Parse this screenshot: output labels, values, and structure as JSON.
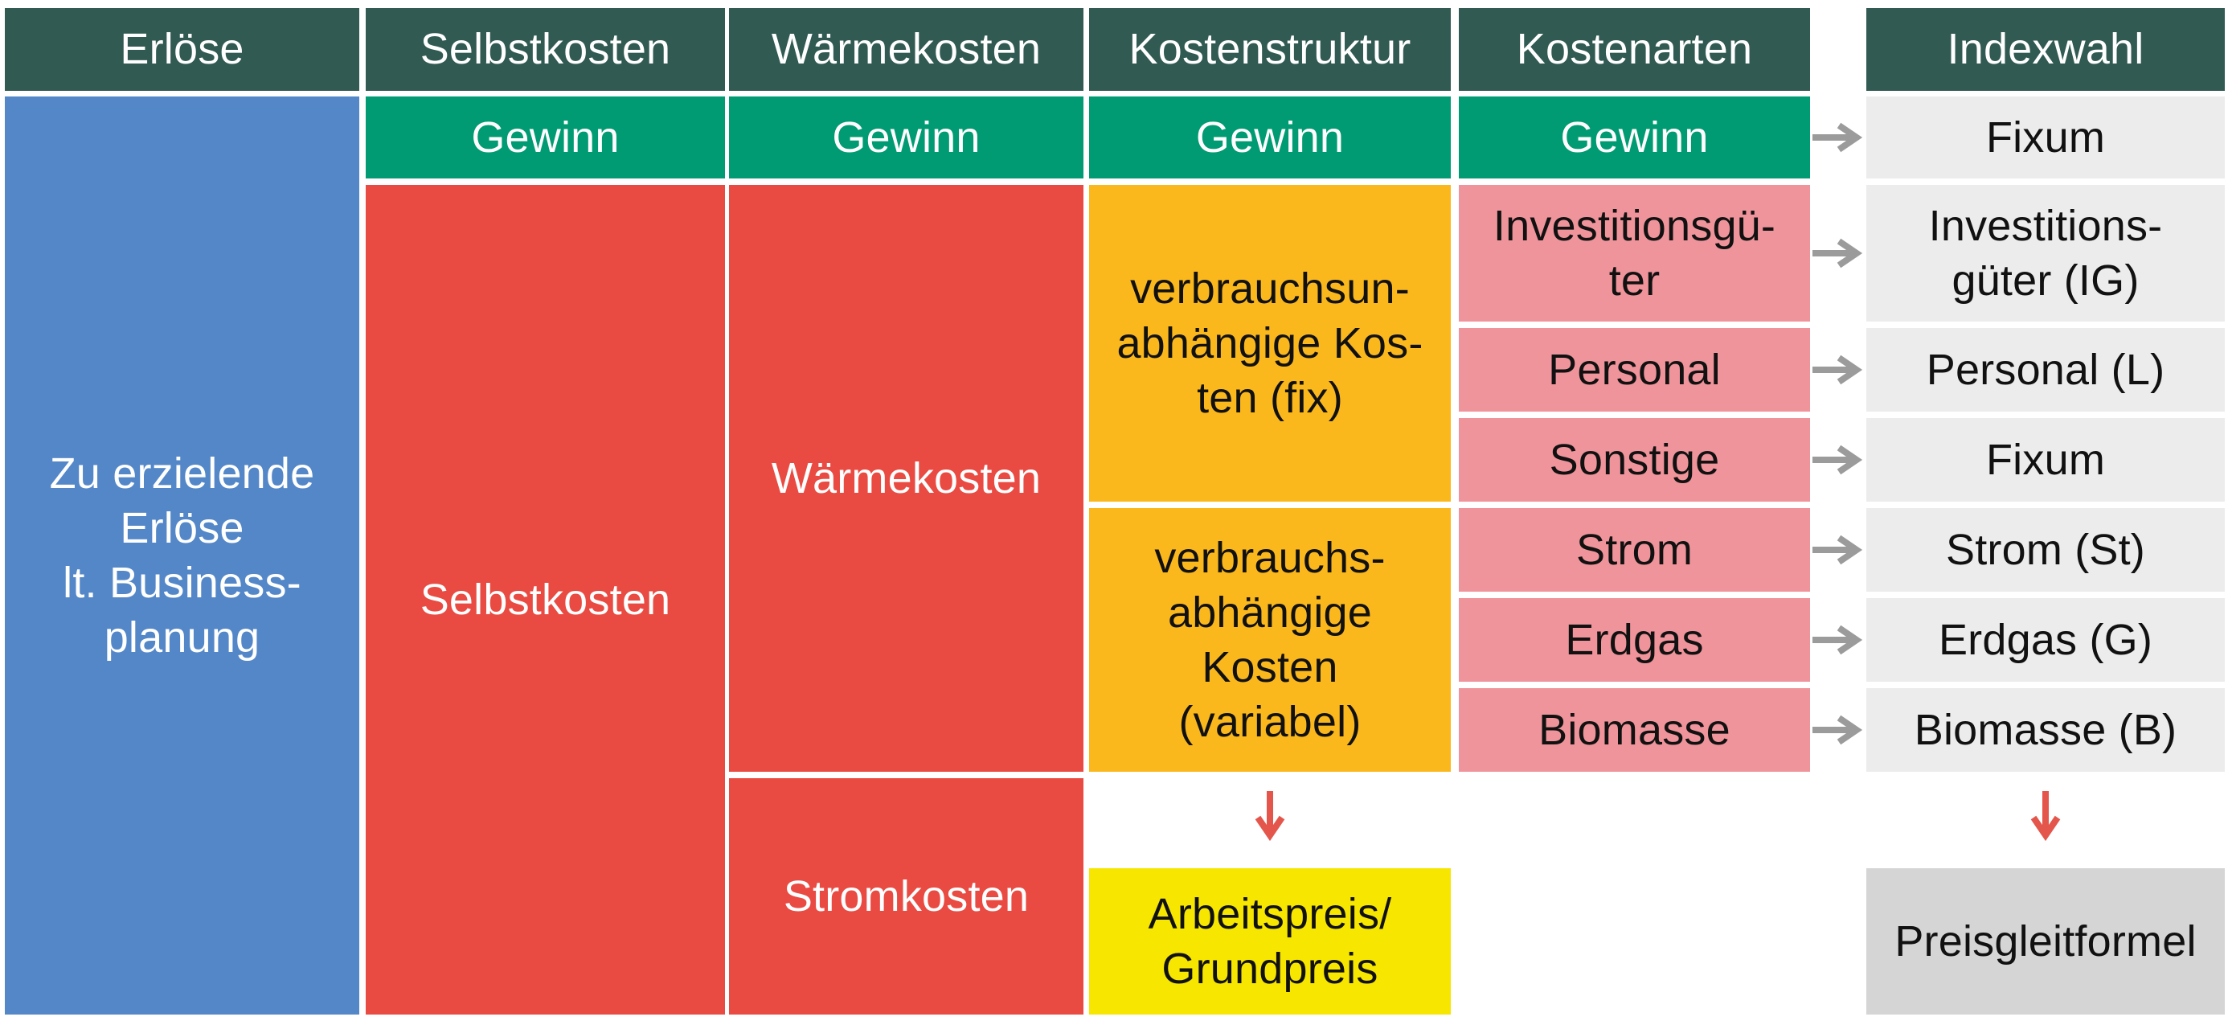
{
  "headers": [
    "Erlöse",
    "Selbstkosten",
    "Wärmekosten",
    "Kostenstruktur",
    "Kostenarten",
    "Indexwahl"
  ],
  "revenue_block": {
    "label": "Zu erzielende\nErlöse\nlt. Business-\nplanung"
  },
  "gewinn_row": [
    "Gewinn",
    "Gewinn",
    "Gewinn",
    "Gewinn"
  ],
  "cost_blocks": {
    "selbstkosten": "Selbstkosten",
    "waermekosten": "Wärmekosten",
    "stromkosten": "Stromkosten",
    "fix": "verbrauchsun-\nabhängige Kos-\nten (fix)",
    "variabel": "verbrauchs-\nabhängige\nKosten\n(variabel)",
    "arbeitspreis": "Arbeitspreis/\nGrundpreis"
  },
  "kostenarten_rows": [
    "Investitionsgü-\nter",
    "Personal",
    "Sonstige",
    "Strom",
    "Erdgas",
    "Biomasse"
  ],
  "indexwahl_rows": [
    "Fixum",
    "Investitions-\ngüter (IG)",
    "Personal (L)",
    "Fixum",
    "Strom (St)",
    "Erdgas (G)",
    "Biomasse (B)"
  ],
  "preisgleitformel": "Preisgleitformel",
  "icons": {
    "right_arrow": "arrow-right-icon",
    "down_arrow": "arrow-down-icon"
  },
  "colors": {
    "dark_green": "#315A52",
    "green": "#009B72",
    "blue": "#5487C8",
    "red": "#E94B42",
    "orange": "#FBB81D",
    "pink": "#F0949B",
    "yellow": "#F7E600",
    "row_gray": "#ECECEC",
    "formula_gray": "#D5D5D5",
    "arrow_gray": "#9B9B9B",
    "arrow_red": "#E4564B"
  }
}
